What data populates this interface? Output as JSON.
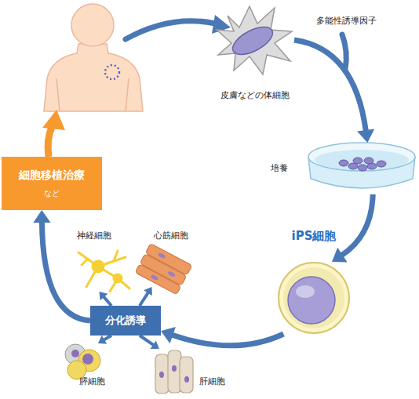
{
  "diagram": {
    "nodes": [
      {
        "text": [
          "皮膚などの体細胞"
        ]
      },
      {
        "text": [
          "培養"
        ]
      },
      {
        "text": [
          "iPS細胞"
        ]
      },
      {
        "text": [
          "分化誘導"
        ]
      },
      {
        "text": [
          "神経細胞"
        ]
      },
      {
        "text": [
          "心筋細胞"
        ]
      },
      {
        "text": [
          "膵細胞"
        ]
      },
      {
        "text": [
          "肝細胞"
        ]
      },
      {
        "text": [
          "細胞移植治療",
          "など"
        ]
      }
    ],
    "edges": [
      {
        "from": 0,
        "to": 1,
        "arrow": "to"
      },
      {
        "from": 1,
        "to": 2,
        "arrow": "to"
      },
      {
        "from": 2,
        "to": 3,
        "arrow": "to"
      },
      {
        "from": 3,
        "to": 4,
        "arrow": "to"
      },
      {
        "from": 3,
        "to": 5,
        "arrow": "to"
      },
      {
        "from": 3,
        "to": 6,
        "arrow": "to"
      },
      {
        "from": 3,
        "to": 7,
        "arrow": "to"
      },
      {
        "from": 3,
        "to": 8,
        "arrow": "to"
      }
    ],
    "labels": [
      "多能性誘導因子"
    ]
  }
}
